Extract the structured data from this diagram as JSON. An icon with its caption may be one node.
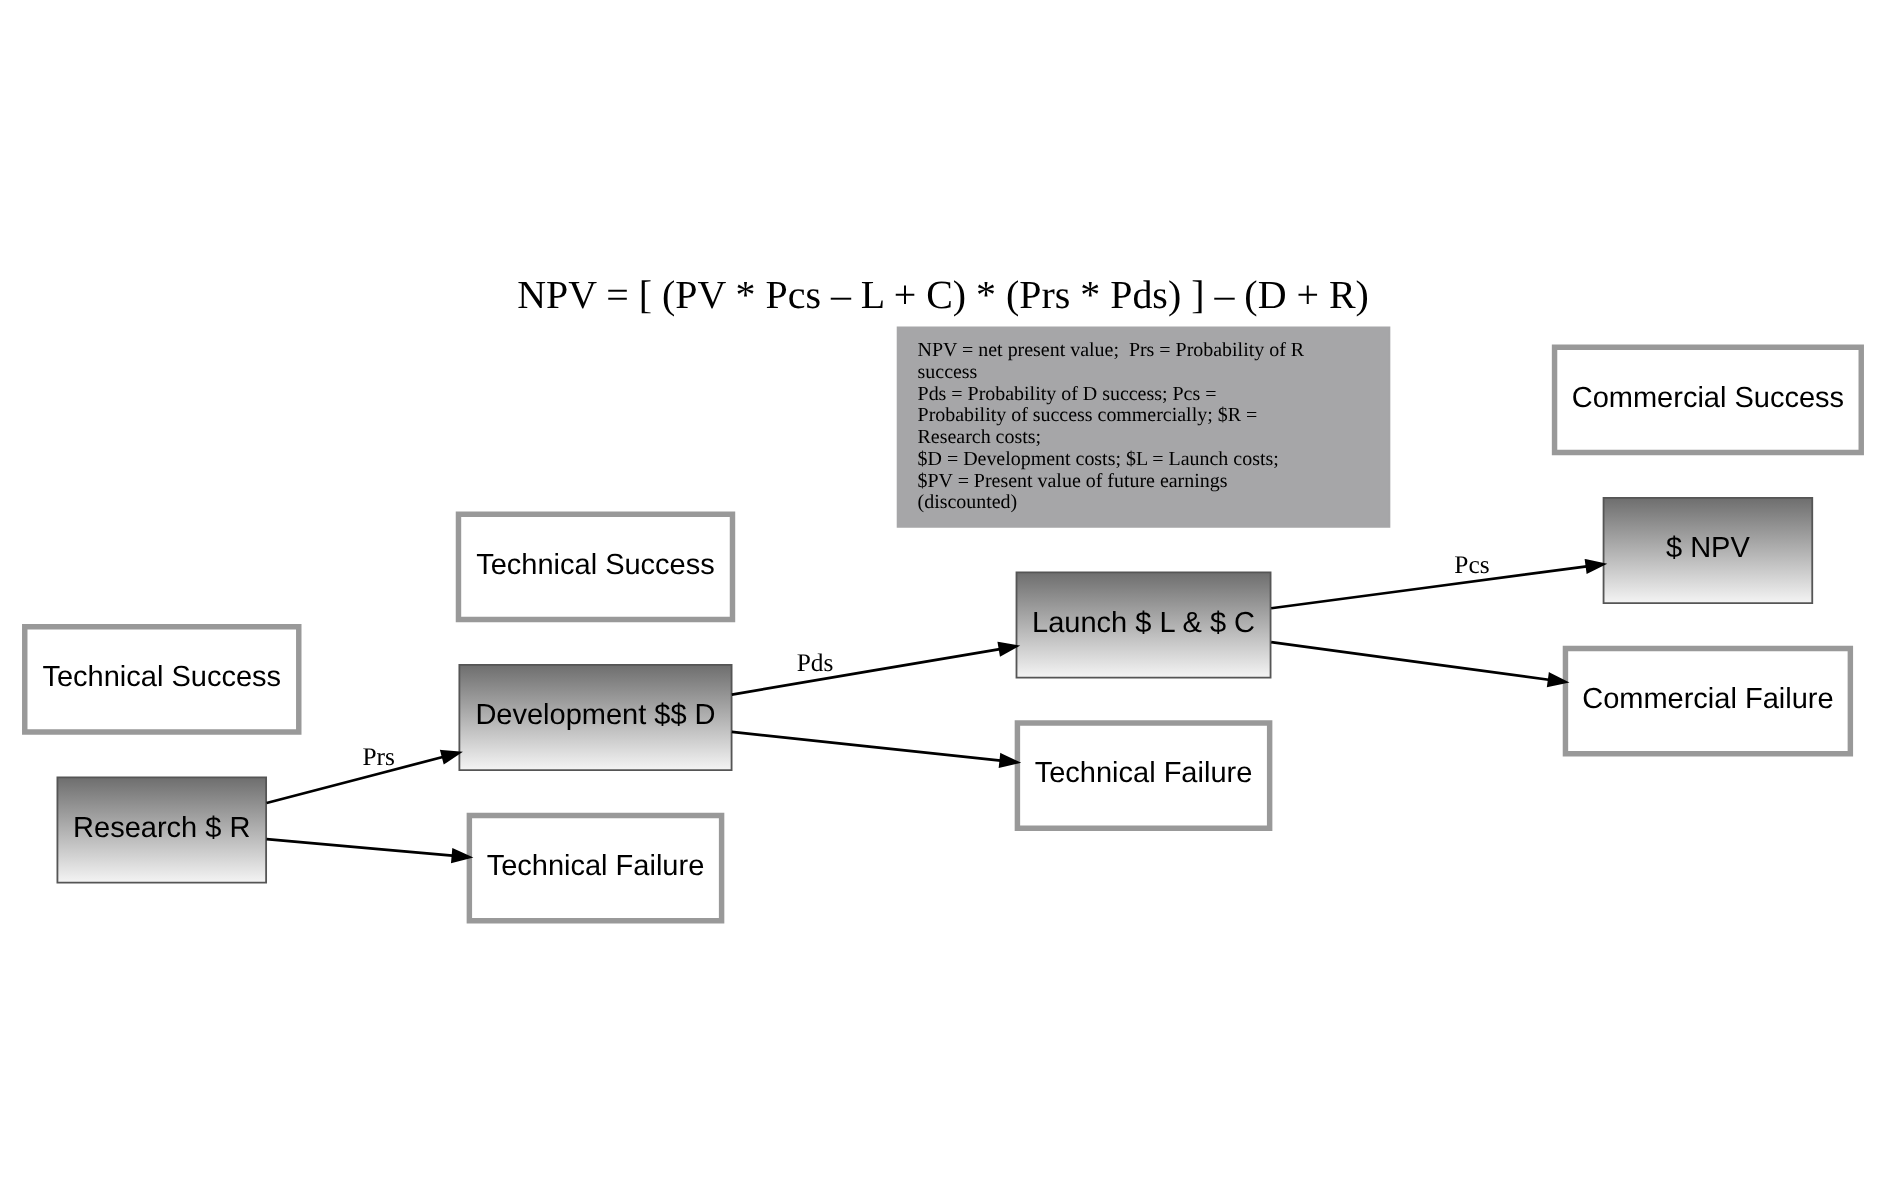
{
  "diagram": {
    "title": "NPV = [ (PV * Pcs – L + C) * (Prs * Pds) ] – (D + R)",
    "nodes": [
      {
        "text": [
          "Research $ R"
        ]
      },
      {
        "text": [
          "Development $$ D"
        ]
      },
      {
        "text": [
          "Launch $ L & $ C"
        ]
      },
      {
        "text": [
          "$ NPV"
        ]
      },
      {
        "text": [
          "Technical Failure"
        ]
      },
      {
        "text": [
          "Technical Failure"
        ]
      },
      {
        "text": [
          "Commercial Failure"
        ]
      },
      {
        "text": [
          "Technical Success"
        ]
      },
      {
        "text": [
          "Technical Success"
        ]
      },
      {
        "text": [
          "Commercial Success"
        ]
      },
      {
        "text": [
          "NPV = net present value;  Prs = Probability of R success",
          "Pds = Probability of D success; Pcs = Probability of success commercially; $R = Research costs;",
          "$D = Development costs; $L = Launch costs;",
          "$PV = Present value of future earnings (discounted)"
        ]
      }
    ],
    "edges": [
      {
        "from": 0,
        "to": 1,
        "arrow": "to",
        "label": "Prs"
      },
      {
        "from": 0,
        "to": 4,
        "arrow": "to"
      },
      {
        "from": 1,
        "to": 2,
        "arrow": "to",
        "label": "Pds"
      },
      {
        "from": 1,
        "to": 5,
        "arrow": "to"
      },
      {
        "from": 2,
        "to": 3,
        "arrow": "to",
        "label": "Pcs"
      },
      {
        "from": 2,
        "to": 6,
        "arrow": "to"
      }
    ]
  }
}
